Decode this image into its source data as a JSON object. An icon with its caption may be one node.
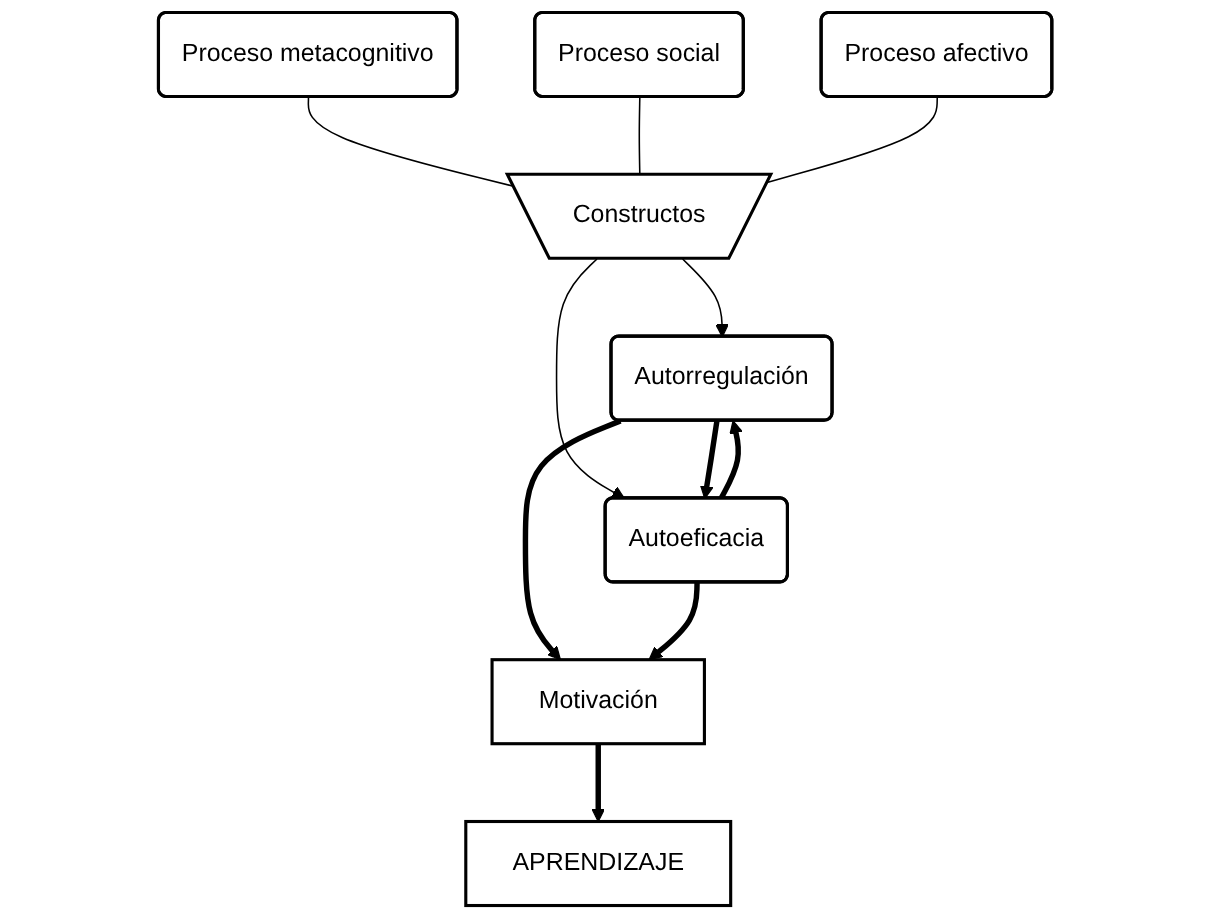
{
  "diagram": {
    "nodes": [
      {
        "text": [
          "Proceso metacognitivo"
        ]
      },
      {
        "text": [
          "Proceso social"
        ]
      },
      {
        "text": [
          "Proceso afectivo"
        ]
      },
      {
        "text": [
          "Constructos"
        ]
      },
      {
        "text": [
          "Autorregulación"
        ]
      },
      {
        "text": [
          "Autoeficacia"
        ]
      },
      {
        "text": [
          "Motivación"
        ]
      },
      {
        "text": [
          "APRENDIZAJE"
        ]
      }
    ],
    "edges": [
      {
        "from": 0,
        "to": 3,
        "arrow": "none"
      },
      {
        "from": 1,
        "to": 3,
        "arrow": "none"
      },
      {
        "from": 2,
        "to": 3,
        "arrow": "none"
      },
      {
        "from": 3,
        "to": 4,
        "arrow": "to"
      },
      {
        "from": 3,
        "to": 5,
        "arrow": "to"
      },
      {
        "from": 4,
        "to": 5,
        "arrow": "to",
        "style": "thick"
      },
      {
        "from": 5,
        "to": 4,
        "arrow": "to",
        "style": "thick"
      },
      {
        "from": 4,
        "to": 6,
        "arrow": "to",
        "style": "thick"
      },
      {
        "from": 5,
        "to": 6,
        "arrow": "to",
        "style": "thick"
      },
      {
        "from": 6,
        "to": 7,
        "arrow": "to",
        "style": "thick"
      }
    ]
  }
}
